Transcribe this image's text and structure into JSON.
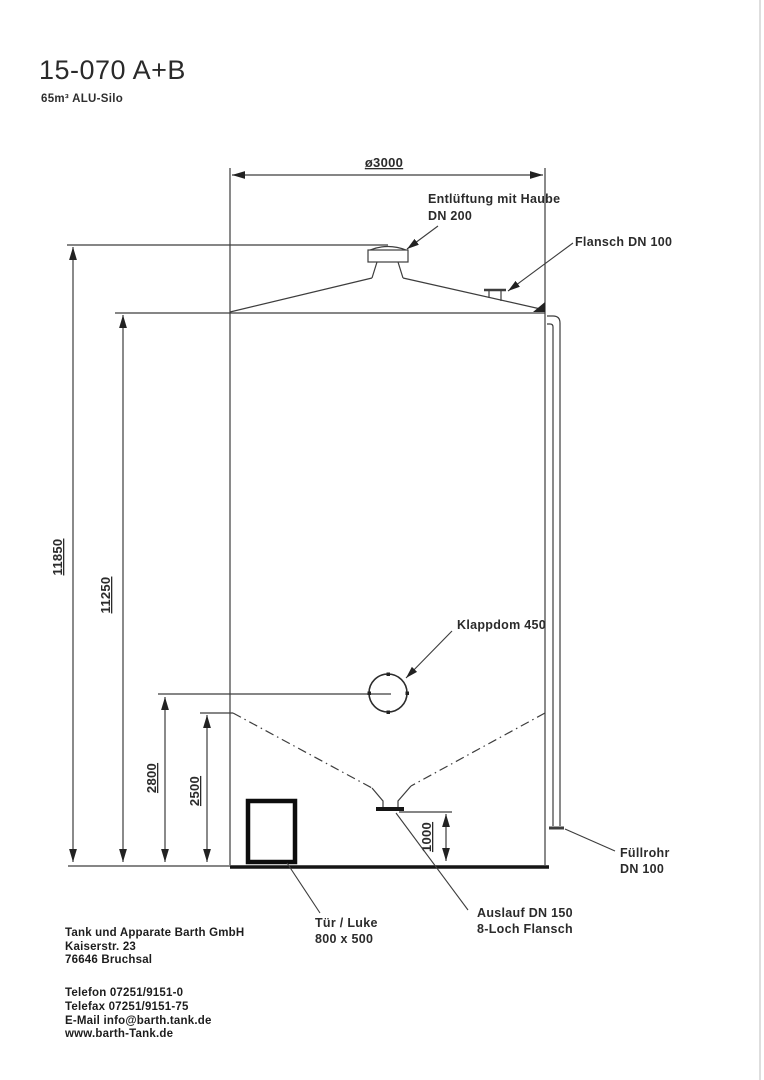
{
  "title": "15-070 A+B",
  "subtitle": "65m³ ALU-Silo",
  "dims": {
    "diameter": "ø3000",
    "height_total": "11850",
    "height_shell": "11250",
    "height_klappdom": "2800",
    "height_cone": "2500",
    "height_outlet": "1000"
  },
  "labels": {
    "vent1": "Entlüftung mit Haube",
    "vent2": "DN 200",
    "flange": "Flansch DN 100",
    "klappdom": "Klappdom 450",
    "fillpipe1": "Füllrohr",
    "fillpipe2": "DN 100",
    "door1": "Tür / Luke",
    "door2": "800 x 500",
    "outlet1": "Auslauf DN 150",
    "outlet2": "8-Loch Flansch"
  },
  "company": {
    "name": "Tank und Apparate Barth GmbH",
    "street": "Kaiserstr. 23",
    "city": "76646 Bruchsal",
    "phone": "Telefon 07251/9151-0",
    "fax": "Telefax 07251/9151-75",
    "email": "E-Mail info@barth.tank.de",
    "web": "www.barth-Tank.de"
  },
  "colors": {
    "ink": "#3d3d3d",
    "heavy": "#151515"
  }
}
